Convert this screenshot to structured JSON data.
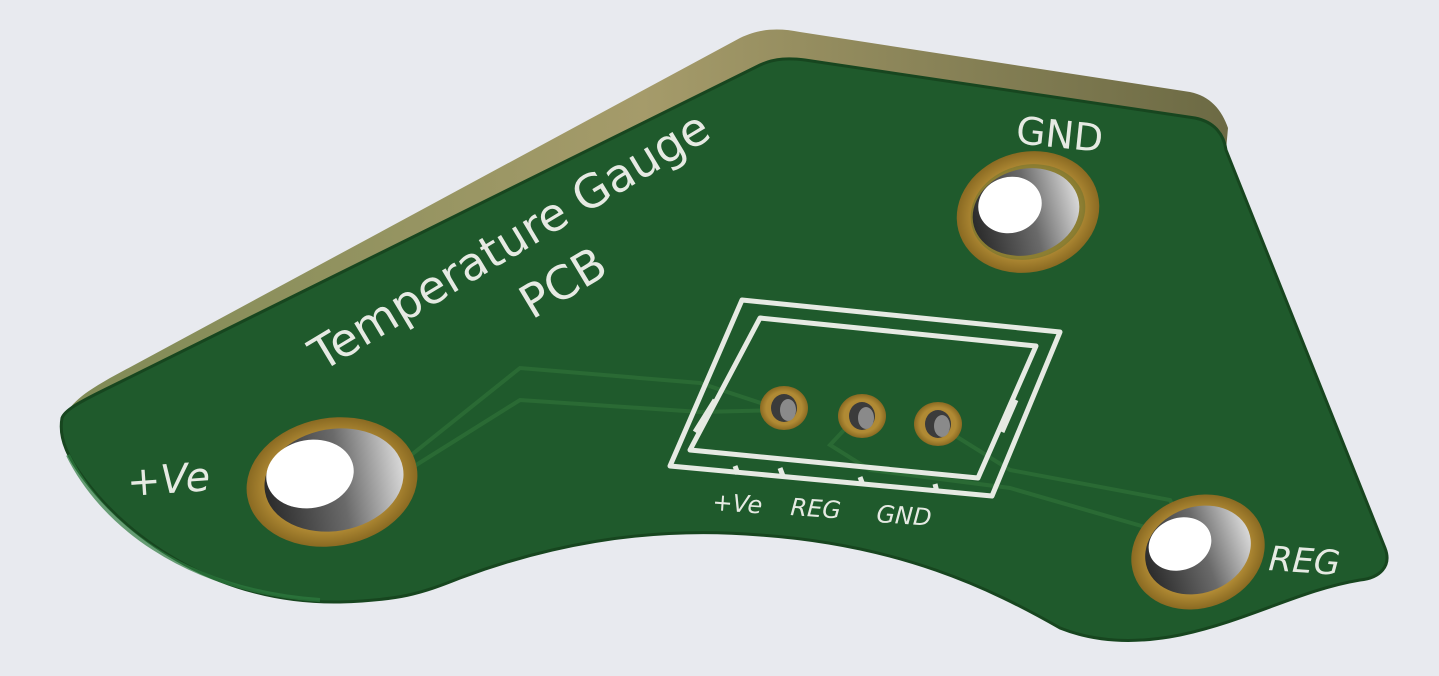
{
  "board": {
    "title_line1": "Temperature Gauge",
    "title_line2": "PCB",
    "pad_labels": {
      "gnd": "GND",
      "positive": "+Ve",
      "reg": "REG"
    },
    "connector_labels": [
      "+Ve",
      "REG",
      "GND"
    ]
  },
  "colors": {
    "background": "#e8eaef",
    "soldermask": "#1f5a2c",
    "board_edge": "#8c8c5c",
    "silkscreen": "#e6eae3",
    "copper_ring": "#a9852f"
  }
}
